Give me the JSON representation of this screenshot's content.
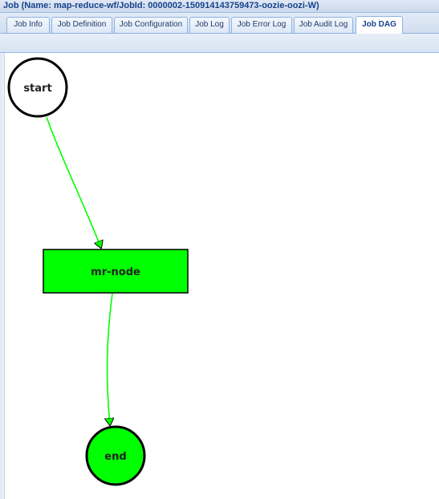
{
  "window": {
    "title": "Job (Name: map-reduce-wf/JobId: 0000002-150914143759473-oozie-oozi-W)"
  },
  "tabs": [
    {
      "label": "Job Info",
      "active": false
    },
    {
      "label": "Job Definition",
      "active": false
    },
    {
      "label": "Job Configuration",
      "active": false
    },
    {
      "label": "Job Log",
      "active": false
    },
    {
      "label": "Job Error Log",
      "active": false
    },
    {
      "label": "Job Audit Log",
      "active": false
    },
    {
      "label": "Job DAG",
      "active": true
    }
  ],
  "dag": {
    "nodes": [
      {
        "id": "start",
        "label": "start",
        "shape": "circle",
        "fill": "#ffffff",
        "stroke": "#000000"
      },
      {
        "id": "mr-node",
        "label": "mr-node",
        "shape": "rect",
        "fill": "#00ff00",
        "stroke": "#000000"
      },
      {
        "id": "end",
        "label": "end",
        "shape": "circle",
        "fill": "#00ff00",
        "stroke": "#000000"
      }
    ],
    "edges": [
      {
        "from": "start",
        "to": "mr-node",
        "color": "#00ff00"
      },
      {
        "from": "mr-node",
        "to": "end",
        "color": "#00ff00"
      }
    ]
  }
}
